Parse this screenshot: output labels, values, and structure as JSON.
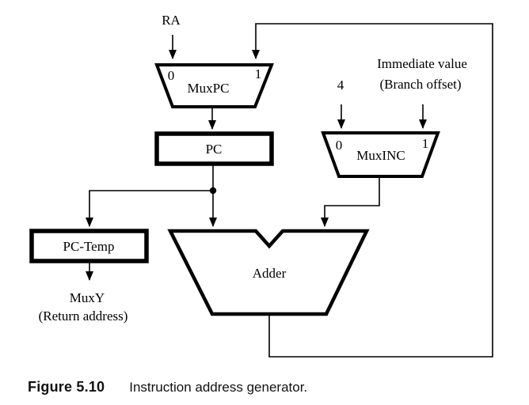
{
  "diagram": {
    "inputs": {
      "ra": "RA",
      "four": "4",
      "immediate_line1": "Immediate value",
      "immediate_line2": "(Branch offset)"
    },
    "blocks": {
      "muxpc": {
        "label": "MuxPC",
        "in0": "0",
        "in1": "1"
      },
      "pc": {
        "label": "PC"
      },
      "muxinc": {
        "label": "MuxINC",
        "in0": "0",
        "in1": "1"
      },
      "pc_temp": {
        "label": "PC-Temp"
      },
      "adder": {
        "label": "Adder"
      }
    },
    "outputs": {
      "muxy": "MuxY",
      "return_address": "(Return address)"
    },
    "colors": {
      "line": "#000000",
      "background": "#ffffff"
    }
  },
  "caption": {
    "label": "Figure 5.10",
    "text": "Instruction address generator."
  }
}
